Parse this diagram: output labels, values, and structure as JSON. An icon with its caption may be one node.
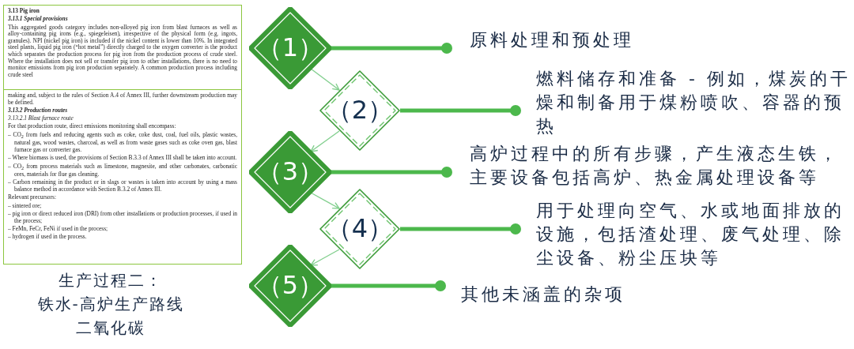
{
  "diagram": {
    "nodes": [
      {
        "text": [
          "3.13 Pig iron",
          "3.13.1 Special provisions",
          "This aggregated goods category includes non-alloyed pig iron from blast furnaces as well as alloy-containing pig irons (e.g., spiegeleisen), irrespective of the physical form (e.g. ingots, granules). NPI (nickel pig iron) is included if the nickel content is lower than 10%. In integrated steel plants, liquid pig iron (“hot metal”) directly charged to the oxygen converter is the product which separates the production process for pig iron from the production process of crude steel. Where the installation does not sell or transfer pig iron to other installations, there is no need to monitor emissions from pig iron production separately. A common production process including crude steel"
        ]
      },
      {
        "text": [
          "making and, subject to the rules of Section A.4 of Annex III, further downstream production may be defined.",
          "3.13.2 Production routes",
          "3.13.2.1 Blast furnace route",
          "For that production route, direct emissions monitoring shall encompass:",
          "– CO$_{2}$ from fuels and reducing agents such as coke, coke dust, coal, fuel oils, plastic wastes, natural gas, wood wastes, charcoal, as well as from waste gases such as coke oven gas, blast furnace gas or converter gas.",
          "– Where biomass is used, the provisions of Section B.3.3 of Annex III shall be taken into account.",
          "– CO$_{2}$ from process materials such as limestone, magnesite, and other carbonates, carbonatic ores, materials for flue gas cleaning.",
          "– Carbon remaining in the product or in slags or wastes is taken into account by using a mass balance method in accordance with Section B.3.2 of Annex III.",
          "Relevant precursors:",
          "– sintered ore;",
          "– pig iron or direct reduced iron (DRI) from other installations or production processes, if used in the process;",
          "– FeMn, FeCr, FeNi if used in the process;",
          "– hydrogen if used in the process."
        ]
      },
      {
        "text": [
          "（1）"
        ]
      },
      {
        "text": [
          "原料处理和预处理"
        ]
      },
      {
        "text": [
          "（2）"
        ]
      },
      {
        "text": [
          "燃料储存和准备 - 例如，煤炭的干燥和制备用于煤粉喷吹、容器的预热"
        ]
      },
      {
        "text": [
          "（3）"
        ]
      },
      {
        "text": [
          "高炉过程中的所有步骤，产生液态生铁，主要设备包括高炉、热金属处理设备等"
        ]
      },
      {
        "text": [
          "（4）"
        ]
      },
      {
        "text": [
          "用于处理向空气、水或地面排放的设施，包括渣处理、废气处理、除尘设备、粉尘压块等"
        ]
      },
      {
        "text": [
          "（5）"
        ]
      },
      {
        "text": [
          "其他未涵盖的杂项"
        ]
      }
    ],
    "edges": [
      {
        "from": 2,
        "to": 3,
        "arrow": "other",
        "color": "#4cb84c"
      },
      {
        "from": 4,
        "to": 5,
        "arrow": "other",
        "color": "#4cb84c"
      },
      {
        "from": 6,
        "to": 7,
        "arrow": "other",
        "color": "#4cb84c"
      },
      {
        "from": 8,
        "to": 9,
        "arrow": "other",
        "color": "#4cb84c"
      },
      {
        "from": 10,
        "to": 11,
        "arrow": "other",
        "color": "#4cb84c"
      },
      {
        "from": 2,
        "to": 4,
        "arrow": "to",
        "color": "#82cf8e"
      },
      {
        "from": 4,
        "to": 6,
        "arrow": "to",
        "color": "#82cf8e"
      },
      {
        "from": 6,
        "to": 8,
        "arrow": "to",
        "color": "#82cf8e"
      },
      {
        "from": 8,
        "to": 10,
        "arrow": "to",
        "color": "#82cf8e"
      }
    ],
    "labels": [
      "生产过程二：",
      "铁水-高炉生产路线",
      "二氧化碳"
    ]
  }
}
